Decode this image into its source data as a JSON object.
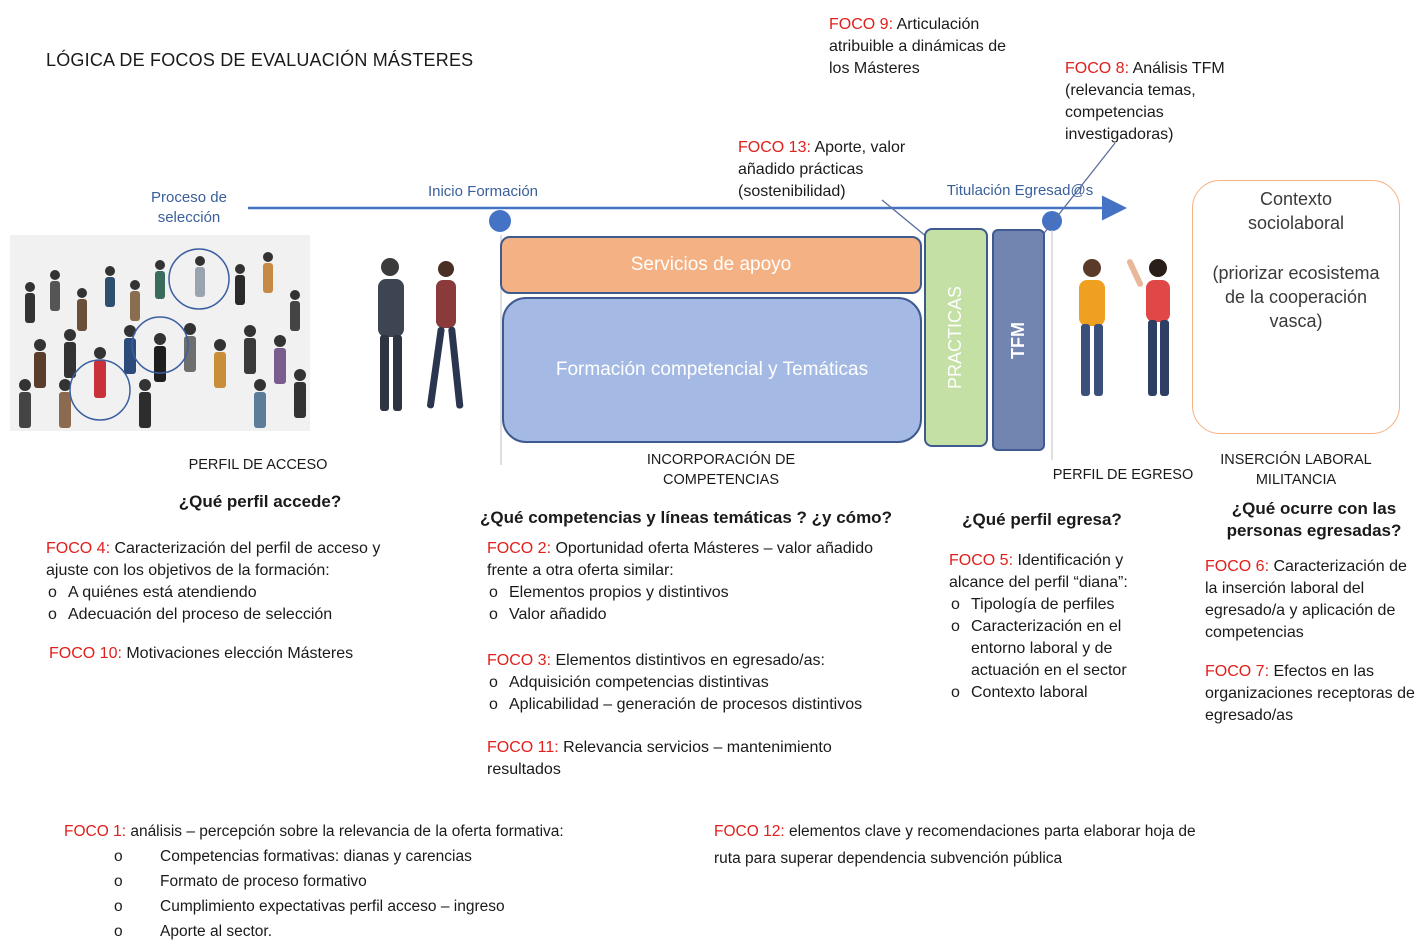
{
  "title": "LÓGICA DE FOCOS DE EVALUACIÓN MÁSTERES",
  "timeline": {
    "proceso": "Proceso de selección",
    "inicio": "Inicio Formación",
    "titulacion": "Titulación Egresad@s"
  },
  "blocks": {
    "servicios": "Servicios de apoyo",
    "formacion": "Formación competencial y Temáticas",
    "practicas": "PRACTICAS",
    "tfm": "TFM",
    "contexto_title": "Contexto sociolaboral",
    "contexto_body": "(priorizar ecosistema de la cooperación vasca)"
  },
  "top_focos": {
    "f9_label": "FOCO 9:",
    "f9_text": " Articulación atribuible a dinámicas de los Másteres",
    "f8_label": "FOCO 8:",
    "f8_text": " Análisis TFM (relevancia temas, competencias investigadoras)",
    "f13_label": "FOCO 13:",
    "f13_text": " Aporte, valor añadido prácticas (sostenibilidad)"
  },
  "captions": {
    "perfil_acceso": "PERFIL DE ACCESO",
    "incorporacion": "INCORPORACIÓN DE COMPETENCIAS",
    "perfil_egreso": "PERFIL DE EGRESO",
    "insercion": "INSERCIÓN LABORAL MILITANCIA"
  },
  "questions": {
    "q1": "¿Qué perfil accede?",
    "q2": "¿Qué competencias y líneas temáticas ? ¿y cómo?",
    "q3": "¿Qué perfil egresa?",
    "q4": "¿Qué ocurre con las personas egresadas?"
  },
  "col1": {
    "f4_label": "FOCO 4:",
    "f4_text": " Caracterización del perfil de acceso y ajuste con los objetivos de la formación:",
    "f4_items": [
      "A quiénes está atendiendo",
      "Adecuación del proceso de selección"
    ],
    "f10_label": "FOCO 10:",
    "f10_text": " Motivaciones elección Másteres"
  },
  "col2": {
    "f2_label": "FOCO 2:",
    "f2_text": " Oportunidad oferta Másteres – valor añadido frente a otra oferta similar:",
    "f2_items": [
      "Elementos propios y distintivos",
      "Valor añadido"
    ],
    "f3_label": "FOCO 3:",
    "f3_text": " Elementos distintivos en egresado/as:",
    "f3_items": [
      "Adquisición competencias distintivas",
      "Aplicabilidad – generación de procesos distintivos"
    ],
    "f11_label": "FOCO 11:",
    "f11_text": " Relevancia servicios – mantenimiento resultados"
  },
  "col3": {
    "f5_label": "FOCO 5:",
    "f5_text": " Identificación y alcance del perfil “diana”:",
    "f5_items": [
      "Tipología de perfiles",
      "Caracterización en el entorno laboral y de actuación en el sector",
      "Contexto laboral"
    ]
  },
  "col4": {
    "f6_label": "FOCO 6:",
    "f6_text": " Caracterización de la inserción laboral del egresado/a y aplicación de competencias",
    "f7_label": "FOCO 7:",
    "f7_text": " Efectos en las organizaciones receptoras de egresado/as"
  },
  "bottom": {
    "f1_label": "FOCO 1:",
    "f1_text": " análisis – percepción sobre la relevancia de la oferta formativa:",
    "f1_items": [
      "Competencias formativas: dianas y carencias",
      "Formato de proceso formativo",
      "Cumplimiento expectativas perfil acceso – ingreso",
      "Aporte al sector."
    ],
    "f12_label": "FOCO 12:",
    "f12_text": " elementos clave y recomendaciones parta elaborar hoja de ruta para superar dependencia subvención pública"
  },
  "colors": {
    "foco_red": "#e0201c",
    "timeline_blue": "#4472c4",
    "servicios": "#f4b183",
    "formacion": "#a4b9e3",
    "practicas": "#c5e0a5",
    "tfm": "#7185b0",
    "contexto_border": "#f4b183"
  }
}
